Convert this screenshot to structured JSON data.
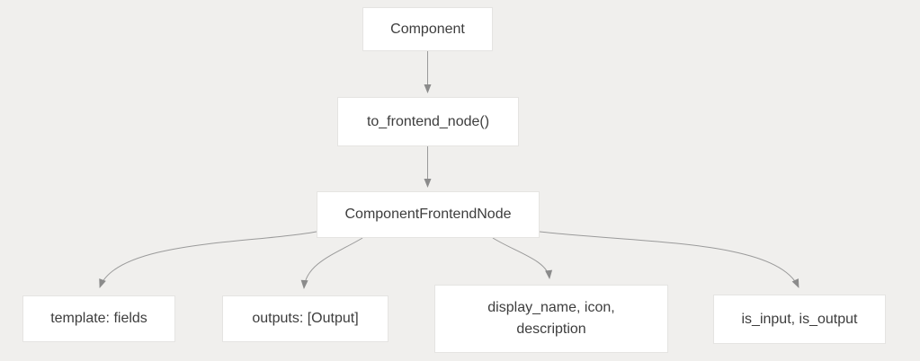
{
  "diagram": {
    "nodes": {
      "component": {
        "label": "Component"
      },
      "to_frontend_node": {
        "label": "to_frontend_node()"
      },
      "component_frontend_node": {
        "label": "ComponentFrontendNode"
      },
      "template_fields": {
        "label": "template: fields"
      },
      "outputs": {
        "label": "outputs: [Output]"
      },
      "display_meta": {
        "label": "display_name, icon, description"
      },
      "io_flags": {
        "label": "is_input, is_output"
      }
    },
    "edges": [
      {
        "from": "component",
        "to": "to_frontend_node"
      },
      {
        "from": "to_frontend_node",
        "to": "component_frontend_node"
      },
      {
        "from": "component_frontend_node",
        "to": "template_fields"
      },
      {
        "from": "component_frontend_node",
        "to": "outputs"
      },
      {
        "from": "component_frontend_node",
        "to": "display_meta"
      },
      {
        "from": "component_frontend_node",
        "to": "io_flags"
      }
    ],
    "colors": {
      "background": "#f0efed",
      "node_fill": "#ffffff",
      "node_border": "#e5e4e2",
      "text": "#3d3d3d",
      "arrow": "#9a9a9a",
      "arrowhead": "#8b8b8b"
    }
  }
}
